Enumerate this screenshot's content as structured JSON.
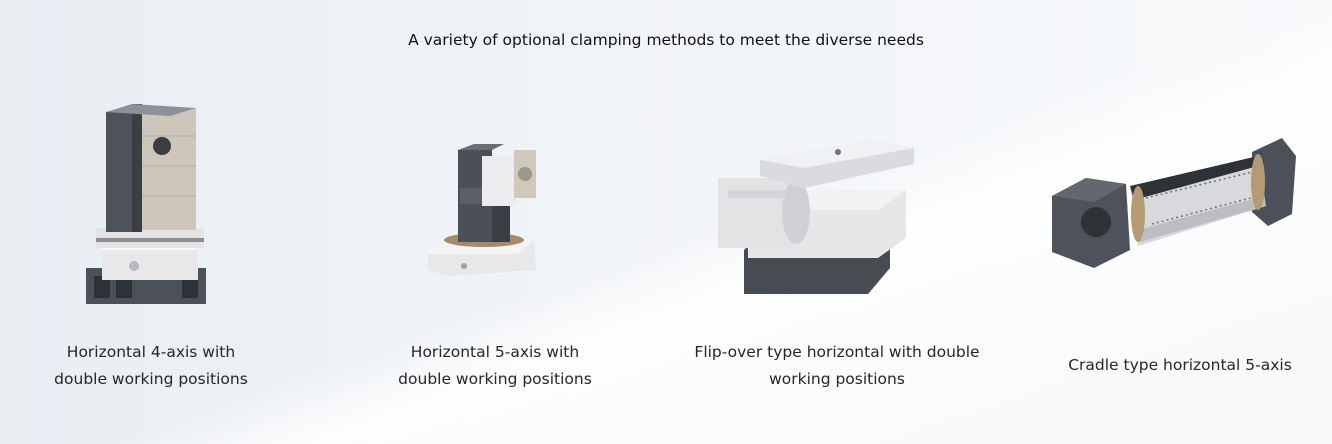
{
  "header": {
    "title": "A variety of optional clamping methods to meet the diverse needs"
  },
  "products": [
    {
      "caption": "Horizontal 4-axis with double working positions"
    },
    {
      "caption": "Horizontal 5-axis with double working positions"
    },
    {
      "caption": "Flip-over type horizontal with double working positions"
    },
    {
      "caption": "Cradle type horizontal 5-axis"
    }
  ],
  "colors": {
    "background": "#eef2f6",
    "dark_steel": "#50545b",
    "light_steel": "#e9e9ea",
    "beige_plate": "#cfc8bc"
  }
}
